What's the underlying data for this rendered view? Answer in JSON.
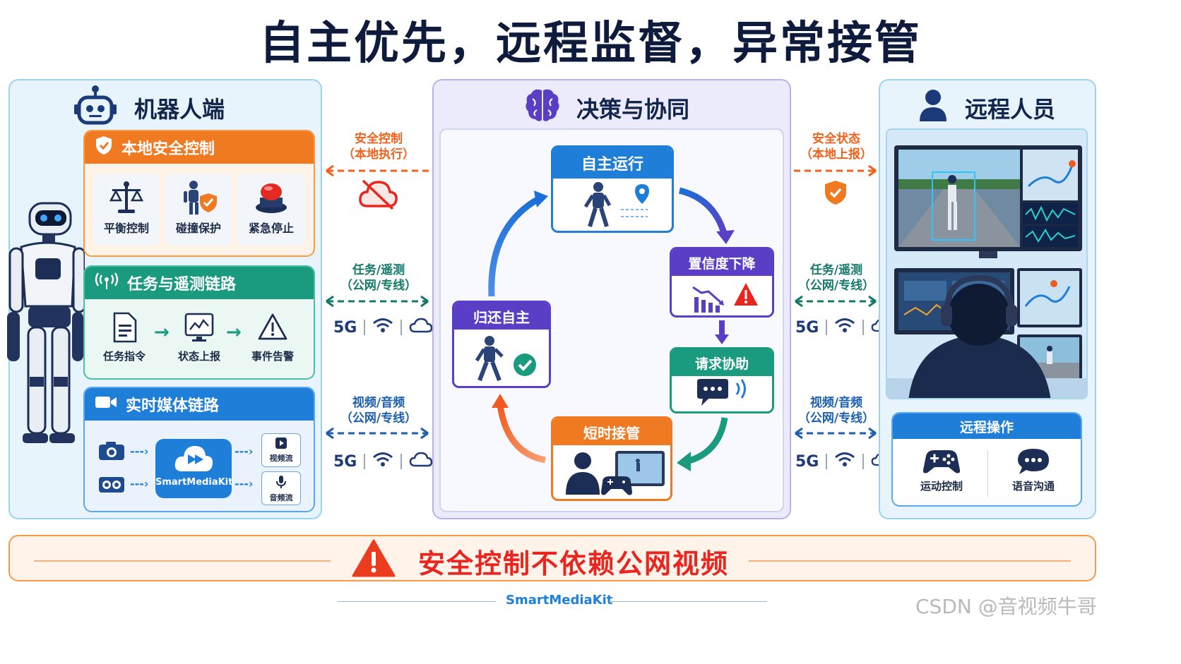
{
  "title": "自主优先，远程监督，异常接管",
  "left_panel": {
    "title": "机器人端",
    "local_safety": {
      "title": "本地安全控制",
      "items": [
        "平衡控制",
        "碰撞保护",
        "紧急停止"
      ]
    },
    "task_link": {
      "title": "任务与遥测链路",
      "items": [
        "任务指令",
        "状态上报",
        "事件告警"
      ]
    },
    "media_link": {
      "title": "实时媒体链路",
      "center": "SmartMediaKit",
      "outputs": [
        "视频流",
        "音频流"
      ]
    }
  },
  "center_panel": {
    "title": "决策与协同",
    "nodes": {
      "autonomous": "自主运行",
      "confidence": "置信度下降",
      "request": "请求协助",
      "takeover": "短时接管",
      "return": "归还自主"
    }
  },
  "right_panel": {
    "title": "远程人员",
    "remote_ops": {
      "title": "远程操作",
      "items": [
        "运动控制",
        "语音沟通"
      ]
    }
  },
  "links": {
    "left": [
      {
        "line1": "安全控制",
        "line2": "（本地执行）"
      },
      {
        "line1": "任务/遥测",
        "line2": "（公网/专线）",
        "net": "5G"
      },
      {
        "line1": "视频/音频",
        "line2": "（公网/专线）",
        "net": "5G"
      }
    ],
    "right": [
      {
        "line1": "安全状态",
        "line2": "（本地上报）"
      },
      {
        "line1": "任务/遥测",
        "line2": "（公网/专线）",
        "net": "5G"
      },
      {
        "line1": "视频/音频",
        "line2": "（公网/专线）",
        "net": "5G"
      }
    ]
  },
  "banner": "安全控制不依赖公网视频",
  "footer": "SmartMediaKit",
  "watermark": "CSDN @音视频牛哥",
  "colors": {
    "orange": "#f07a22",
    "teal": "#1a9a7e",
    "blue": "#1f7fd8",
    "purple": "#5a3fc6",
    "navy": "#12264d",
    "red": "#e8261f"
  }
}
